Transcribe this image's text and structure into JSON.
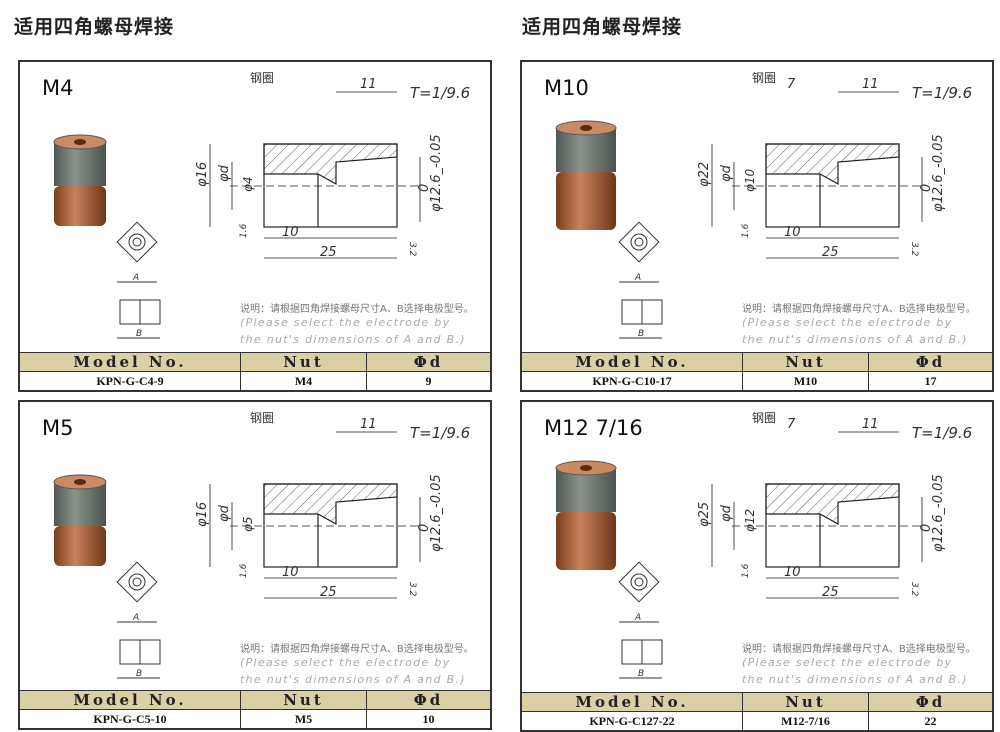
{
  "sections": [
    {
      "title": "适用四角螺母焊接"
    },
    {
      "title": "适用四角螺母焊接"
    }
  ],
  "table_header": {
    "model": "Model No.",
    "nut": "Nut",
    "d": "Φd"
  },
  "note": {
    "cn": "说明：请根据四角焊接螺母尺寸A、B选择电极型号。",
    "en1": "(Please select the electrode by",
    "en2": "the nut's dimensions of A and B.)"
  },
  "labels": {
    "steel_ring": "钢圈",
    "taper": "T=1/9.6",
    "len_total": "25",
    "len_bore": "10",
    "len_top": "11",
    "phi_d": "φd",
    "tol_upper": "0",
    "tol": "φ12.6_-0.05",
    "rough_left": "1.6",
    "rough_right": "3.2",
    "dim_a": "A",
    "dim_b": "B"
  },
  "colors": {
    "header_bg": "#d9d0a6",
    "copper": "#b86b3c",
    "steel": "#6f7a73"
  },
  "cards": [
    {
      "title": "M4",
      "outer": "φ16",
      "bore": "φ4",
      "ring_width": "",
      "model": "KPN-G-C4-9",
      "nut": "M4",
      "d": "9"
    },
    {
      "title": "M10",
      "outer": "φ22",
      "bore": "φ10",
      "ring_width": "7",
      "model": "KPN-G-C10-17",
      "nut": "M10",
      "d": "17"
    },
    {
      "title": "M5",
      "outer": "φ16",
      "bore": "φ5",
      "ring_width": "",
      "model": "KPN-G-C5-10",
      "nut": "M5",
      "d": "10"
    },
    {
      "title": "M12  7/16",
      "outer": "φ25",
      "bore": "φ12",
      "ring_width": "7",
      "model": "KPN-G-C127-22",
      "nut": "M12-7/16",
      "d": "22"
    }
  ]
}
